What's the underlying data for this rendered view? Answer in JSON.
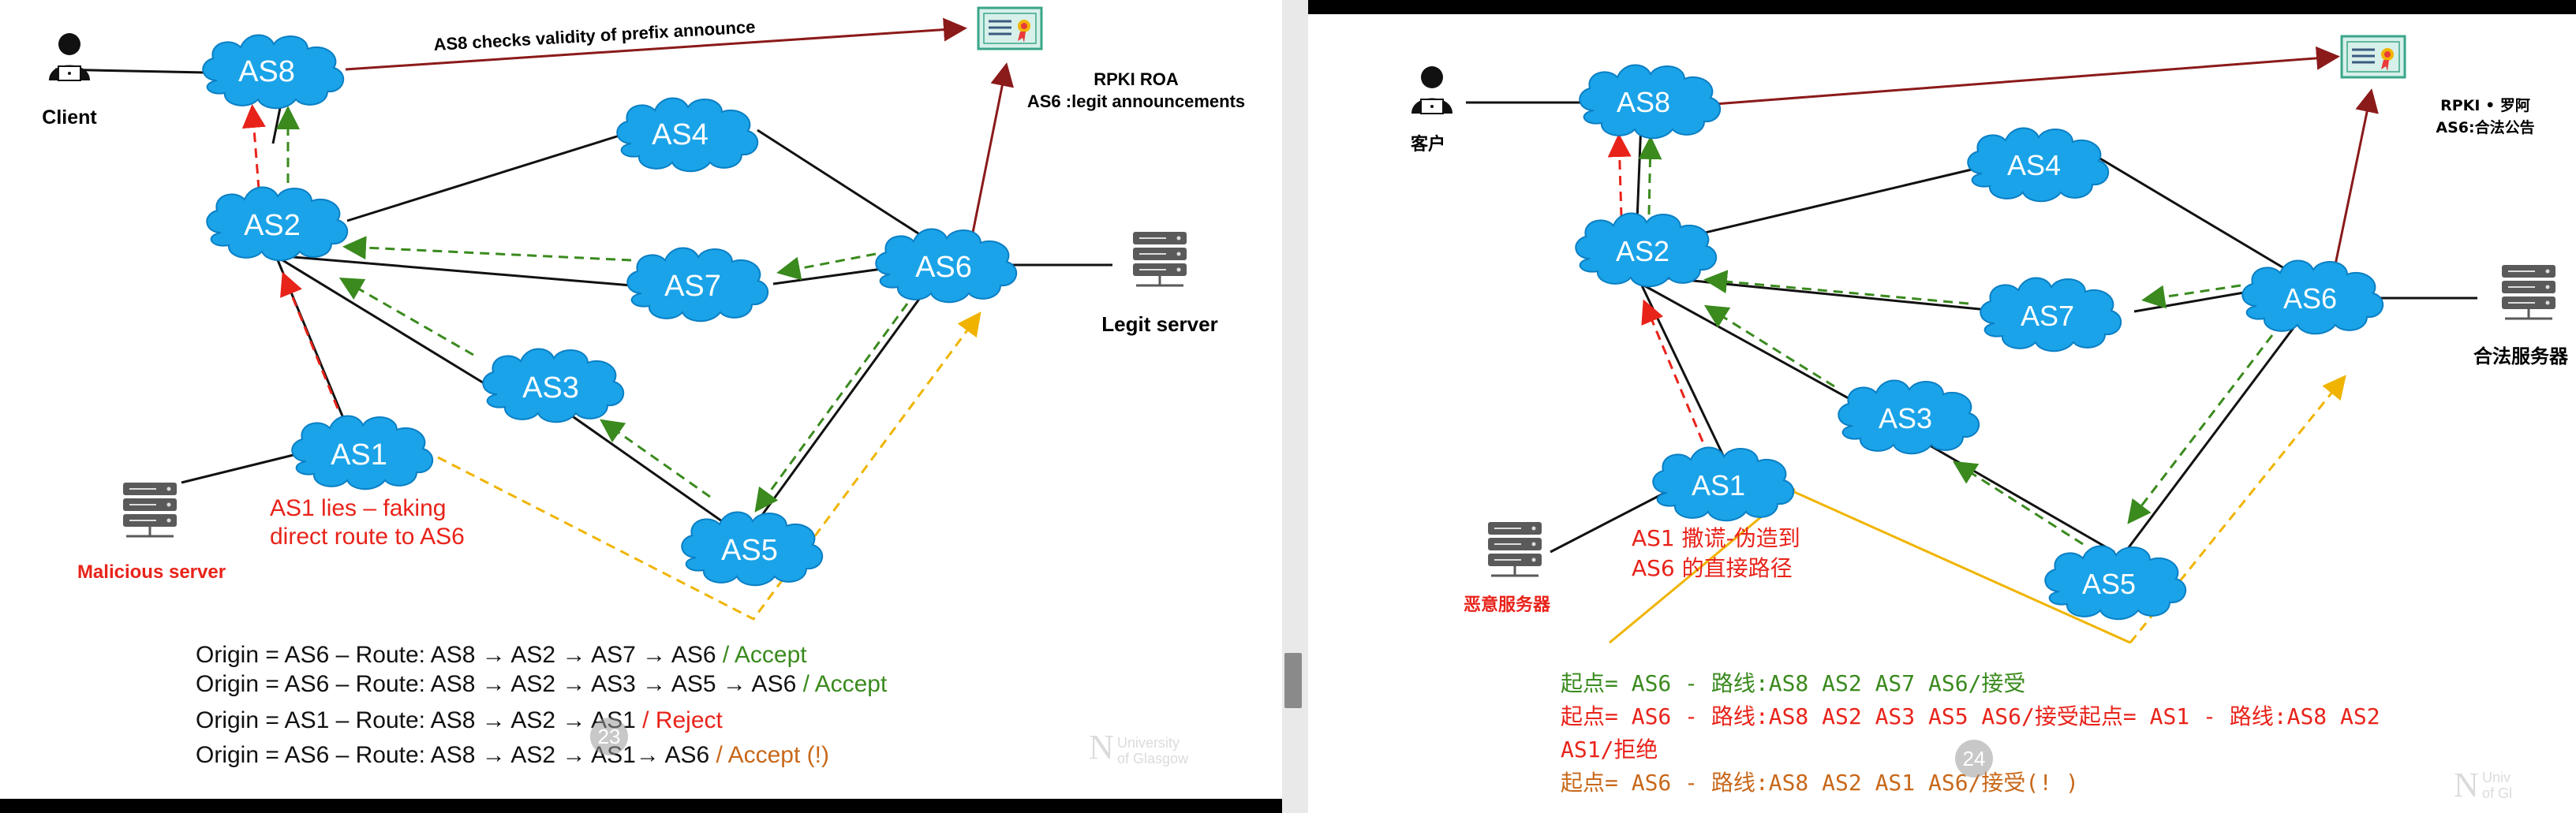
{
  "left_slide": {
    "client_label": "Client",
    "check_label": "AS8 checks validity of prefix announce",
    "roa_title": "RPKI ROA",
    "roa_sub": "AS6 :legit announcements",
    "legit_server_label": "Legit server",
    "malicious_server_label": "Malicious server",
    "as1_lie_line1": "AS1 lies – faking",
    "as1_lie_line2": "direct route to AS6",
    "nodes": [
      "AS8",
      "AS4",
      "AS2",
      "AS7",
      "AS6",
      "AS3",
      "AS1",
      "AS5"
    ],
    "routes": [
      {
        "prefix": "Origin = AS6 – Route: AS8 → AS2 → AS7 → AS6",
        "verdict": " / Accept"
      },
      {
        "prefix": "Origin = AS6 – Route: AS8 → AS2 → AS3 → AS5 → AS6",
        "verdict": " / Accept"
      },
      {
        "prefix": "Origin = AS1 – Route: AS8 → AS2 → AS1",
        "verdict": " / Reject"
      },
      {
        "prefix": "Origin = AS6 – Route: AS8 → AS2 → AS1→ AS6",
        "verdict": " / Accept (!)"
      }
    ],
    "page_number": "23",
    "university_line1": "University",
    "university_line2": "of Glasgow"
  },
  "right_slide": {
    "client_label": "客户",
    "roa_title": "RPKI • 罗阿",
    "roa_sub": "AS6:合法公告",
    "legit_server_label": "合法服务器",
    "malicious_server_label": "恶意服务器",
    "as1_lie_line1": "AS1 撒谎-伪造到",
    "as1_lie_line2": "AS6 的直接路径",
    "nodes": [
      "AS8",
      "AS4",
      "AS2",
      "AS7",
      "AS6",
      "AS3",
      "AS1",
      "AS5"
    ],
    "routes": [
      "起点= AS6 - 路线:AS8 AS2 AS7 AS6/接受",
      "起点= AS6 - 路线:AS8 AS2 AS3 AS5 AS6/接受起点= AS1 - 路线:AS8 AS2",
      "AS1/拒绝",
      "起点= AS6 - 路线:AS8 AS2 AS1 AS6/接受(! )"
    ],
    "page_number": "24",
    "university_line1": "Univ",
    "university_line2": "of Gl"
  },
  "colors": {
    "cloud": "#1aa3e8",
    "cloud_edge": "#0b7fc4",
    "roa_arrow": "#8b1a1a",
    "red_dash": "#e8231a",
    "green_dash": "#3a8a1e",
    "yellow_dash": "#f0b400",
    "accept": "#3a8a1e",
    "reject": "#e8231a",
    "accept_warn": "#c8681a",
    "label_red": "#e8231a"
  }
}
